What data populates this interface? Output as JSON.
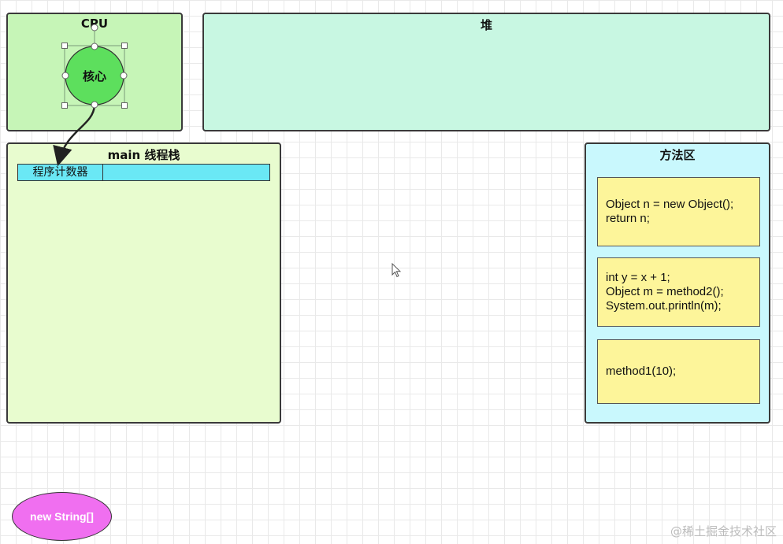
{
  "cpu": {
    "title": "CPU",
    "core_label": "核心"
  },
  "heap": {
    "title": "堆"
  },
  "stack": {
    "title": "main 线程栈",
    "pc_label": "程序计数器"
  },
  "method_area": {
    "title": "方法区",
    "blocks": [
      {
        "lines": [
          "Object n = new Object();",
          "return n;"
        ]
      },
      {
        "lines": [
          "int y = x + 1;",
          "Object m = method2();",
          "System.out.println(m);"
        ]
      },
      {
        "lines": [
          "method1(10);"
        ]
      }
    ]
  },
  "new_string": {
    "label": "new String[]"
  },
  "watermark": "@稀土掘金技术社区",
  "colors": {
    "cpu_bg": "#c6f5b7",
    "heap_bg": "#c8f7e2",
    "stack_bg": "#e8fccf",
    "method_area_bg": "#c9f8fd",
    "code_bg": "#fdf59a",
    "pc_bg": "#6ae8f5",
    "core_fill": "#5ddf5d",
    "string_fill": "#f06ff0"
  }
}
